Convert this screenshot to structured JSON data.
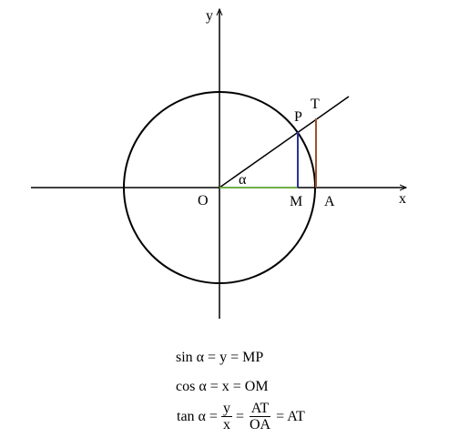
{
  "diagram": {
    "labels": {
      "y_axis": "y",
      "x_axis": "x",
      "origin": "O",
      "point_p": "P",
      "point_t": "T",
      "point_m": "M",
      "point_a": "A",
      "angle": "α"
    },
    "angle_degrees": 29,
    "colors": {
      "axes": "#000000",
      "circle": "#000000",
      "terminal_ray": "#000000",
      "cosine_segment_om": "#70ad47",
      "sine_segment_mp": "#2e2ea6",
      "tangent_segment_at": "#a0522d"
    }
  },
  "formulas": {
    "sin_line": "sin α = y = MP",
    "cos_line": "cos α = x = OM",
    "tan_line": {
      "lhs": "tan α =",
      "frac1_num": "y",
      "frac1_den": "x",
      "eq1": "=",
      "frac2_num": "AT",
      "frac2_den": "OA",
      "eq2": "= AT"
    }
  }
}
